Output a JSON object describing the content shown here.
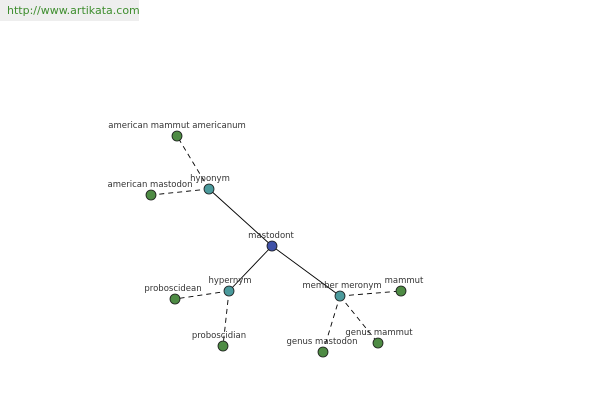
{
  "watermark": "http://www.artikata.com",
  "colors": {
    "center": "#3f51a7",
    "relation": "#4b9a9c",
    "leaf": "#4e8b44",
    "solid_edge": "#000000",
    "dashed_edge": "#000000"
  },
  "nodes": {
    "center": {
      "label": "mastodont",
      "role": "center"
    },
    "hyponym": {
      "label": "hyponym",
      "role": "relation"
    },
    "hypernym": {
      "label": "hypernym",
      "role": "relation"
    },
    "member_meronym": {
      "label": "member meronym",
      "role": "relation"
    },
    "american_mammut_americanum": {
      "label": "american mammut americanum",
      "role": "leaf"
    },
    "american_mastodon": {
      "label": "american mastodon",
      "role": "leaf"
    },
    "proboscidean": {
      "label": "proboscidean",
      "role": "leaf"
    },
    "proboscidian": {
      "label": "proboscidian",
      "role": "leaf"
    },
    "mammut": {
      "label": "mammut",
      "role": "leaf"
    },
    "genus_mammut": {
      "label": "genus mammut",
      "role": "leaf"
    },
    "genus_mastodon": {
      "label": "genus mastodon",
      "role": "leaf"
    }
  },
  "edges": [
    {
      "from": "center",
      "to": "hyponym",
      "style": "solid"
    },
    {
      "from": "center",
      "to": "hypernym",
      "style": "solid"
    },
    {
      "from": "center",
      "to": "member_meronym",
      "style": "solid"
    },
    {
      "from": "hyponym",
      "to": "american_mammut_americanum",
      "style": "dashed"
    },
    {
      "from": "hyponym",
      "to": "american_mastodon",
      "style": "dashed"
    },
    {
      "from": "hypernym",
      "to": "proboscidean",
      "style": "dashed"
    },
    {
      "from": "hypernym",
      "to": "proboscidian",
      "style": "dashed"
    },
    {
      "from": "member_meronym",
      "to": "mammut",
      "style": "dashed"
    },
    {
      "from": "member_meronym",
      "to": "genus_mammut",
      "style": "dashed"
    },
    {
      "from": "member_meronym",
      "to": "genus_mastodon",
      "style": "dashed"
    }
  ]
}
